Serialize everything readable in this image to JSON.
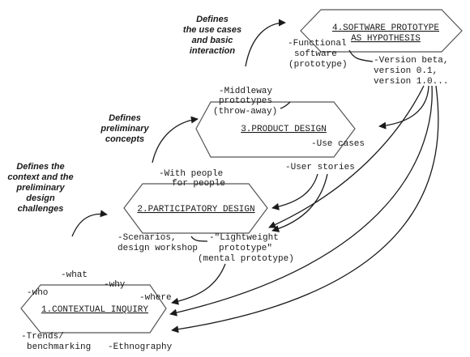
{
  "stages": [
    {
      "id": "contextual",
      "title": "1.CONTEXTUAL INQUIRY"
    },
    {
      "id": "participatory",
      "title": "2.PARTICIPATORY DESIGN"
    },
    {
      "id": "product",
      "title": "3.PRODUCT DESIGN"
    },
    {
      "id": "prototype",
      "title_lines": [
        "4.SOFTWARE PROTOTYPE",
        "AS HYPOTHESIS"
      ]
    }
  ],
  "annotations": {
    "context": [
      "Defines the",
      "context and the",
      "preliminary",
      "design",
      "challenges"
    ],
    "concepts": [
      "Defines",
      "preliminary",
      "concepts"
    ],
    "usecases": [
      "Defines",
      "the use cases",
      "and basic",
      "interaction"
    ]
  },
  "notes": {
    "what": "-what",
    "who": "-who",
    "why": "-why",
    "where": "-where",
    "trends": [
      "-Trends/",
      "benchmarking"
    ],
    "ethnography": "-Ethnography",
    "with_people": [
      "-With people",
      "for people"
    ],
    "scenarios": [
      "-Scenarios,",
      "design workshop"
    ],
    "lightweight": [
      "-\"Lightweight",
      "prototype\"",
      "(mental prototype)"
    ],
    "middleway": [
      "-Middleway",
      "prototypes",
      "(throw-away)"
    ],
    "use_cases": "-Use cases",
    "user_stories": "-User stories",
    "functional": [
      "-Functional",
      "software",
      "(prototype)"
    ],
    "version": [
      "-Version beta,",
      "version 0.1,",
      "version 1.0..."
    ]
  }
}
